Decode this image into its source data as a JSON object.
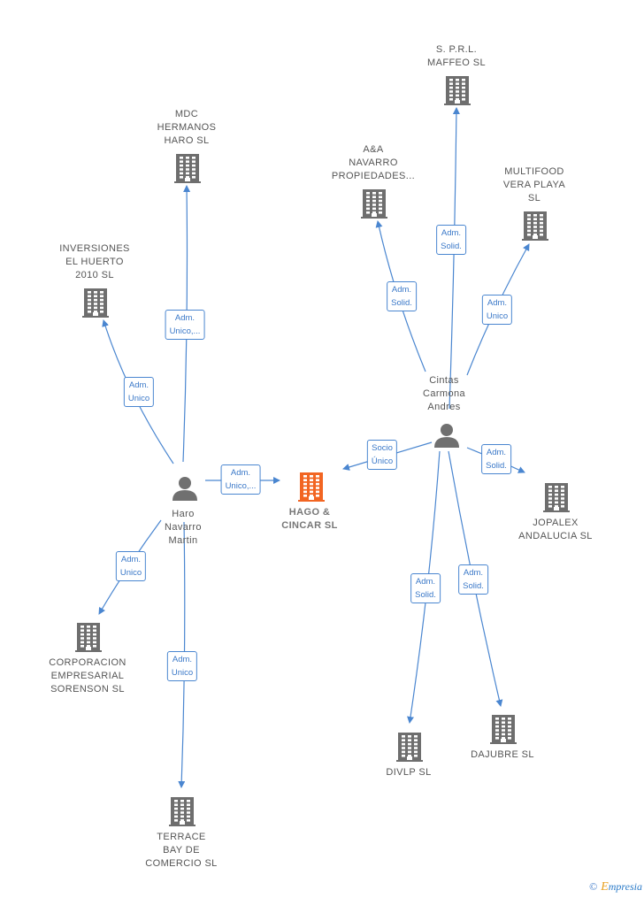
{
  "colors": {
    "edge": "#4a86d0",
    "company_icon": "#6e6e6e",
    "focus_icon": "#f26522",
    "person_icon": "#707070"
  },
  "nodes": [
    {
      "id": "hago",
      "type": "focus",
      "label": "HAGO &\nCINCAR  SL",
      "icon": "building-icon"
    },
    {
      "id": "haro",
      "type": "person",
      "label": "Haro\nNavarro\nMartin",
      "icon": "person-icon"
    },
    {
      "id": "cintas",
      "type": "person",
      "label": "Cintas\nCarmona\nAndres",
      "icon": "person-icon"
    },
    {
      "id": "mdc",
      "type": "company",
      "label": "MDC\nHERMANOS\nHARO  SL",
      "icon": "building-icon"
    },
    {
      "id": "inversiones",
      "type": "company",
      "label": "INVERSIONES\nEL HUERTO\n2010 SL",
      "icon": "building-icon"
    },
    {
      "id": "corporacion",
      "type": "company",
      "label": "CORPORACION\nEMPRESARIAL\nSORENSON SL",
      "icon": "building-icon"
    },
    {
      "id": "terrace",
      "type": "company",
      "label": "TERRACE\nBAY DE\nCOMERCIO SL",
      "icon": "building-icon"
    },
    {
      "id": "spr",
      "type": "company",
      "label": "S. P.R.L.\nMAFFEO  SL",
      "icon": "building-icon"
    },
    {
      "id": "aa",
      "type": "company",
      "label": "A&A\nNAVARRO\nPROPIEDADES...",
      "icon": "building-icon"
    },
    {
      "id": "multifood",
      "type": "company",
      "label": "MULTIFOOD\nVERA PLAYA\nSL",
      "icon": "building-icon"
    },
    {
      "id": "jopalex",
      "type": "company",
      "label": "JOPALEX\nANDALUCIA  SL",
      "icon": "building-icon"
    },
    {
      "id": "divlp",
      "type": "company",
      "label": "DIVLP  SL",
      "icon": "building-icon"
    },
    {
      "id": "dajubre",
      "type": "company",
      "label": "DAJUBRE  SL",
      "icon": "building-icon"
    }
  ],
  "edges": [
    {
      "from": "haro",
      "to": "hago",
      "label": "Adm.\nUnico,..."
    },
    {
      "from": "haro",
      "to": "mdc",
      "label": "Adm.\nUnico,..."
    },
    {
      "from": "haro",
      "to": "inversiones",
      "label": "Adm.\nUnico"
    },
    {
      "from": "haro",
      "to": "corporacion",
      "label": "Adm.\nUnico"
    },
    {
      "from": "haro",
      "to": "terrace",
      "label": "Adm.\nUnico"
    },
    {
      "from": "cintas",
      "to": "hago",
      "label": "Socio\nÚnico"
    },
    {
      "from": "cintas",
      "to": "spr",
      "label": "Adm.\nSolid."
    },
    {
      "from": "cintas",
      "to": "aa",
      "label": "Adm.\nSolid."
    },
    {
      "from": "cintas",
      "to": "multifood",
      "label": "Adm.\nUnico"
    },
    {
      "from": "cintas",
      "to": "jopalex",
      "label": "Adm.\nSolid."
    },
    {
      "from": "cintas",
      "to": "divlp",
      "label": "Adm.\nSolid."
    },
    {
      "from": "cintas",
      "to": "dajubre",
      "label": "Adm.\nSolid."
    }
  ],
  "footer": {
    "copyright_symbol": "©",
    "brand_first": "E",
    "brand_rest": "mpresia"
  }
}
